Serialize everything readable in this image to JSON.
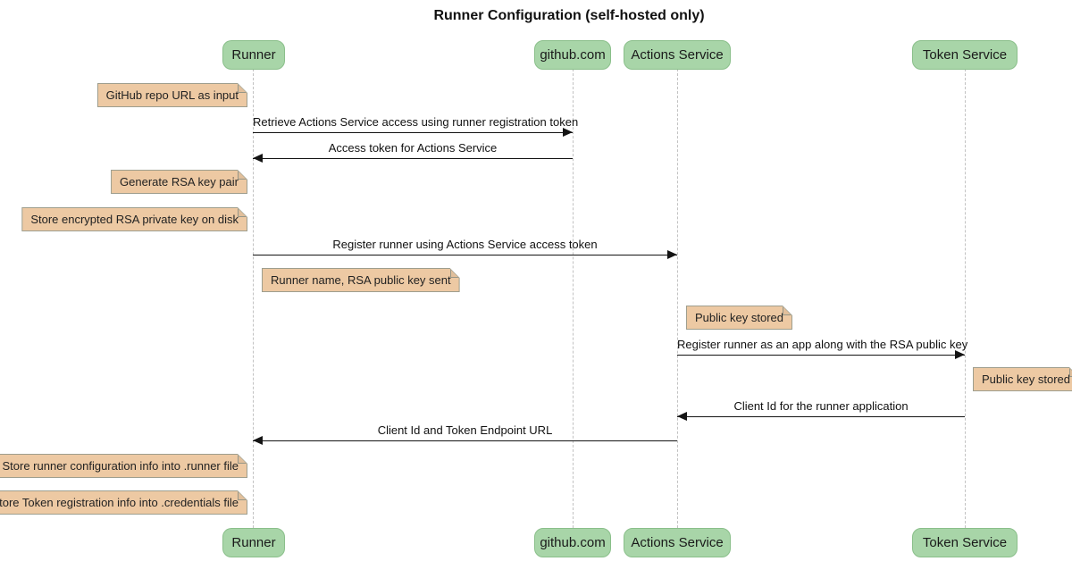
{
  "title": "Runner Configuration (self-hosted only)",
  "participants": [
    {
      "label": "Runner"
    },
    {
      "label": "github.com"
    },
    {
      "label": "Actions Service"
    },
    {
      "label": "Token Service"
    }
  ],
  "messages": [
    {
      "text": "Retrieve Actions Service access using runner registration token",
      "from": "Runner",
      "to": "github.com",
      "direction": "right"
    },
    {
      "text": "Access token for Actions Service",
      "from": "github.com",
      "to": "Runner",
      "direction": "left"
    },
    {
      "text": "Register runner using Actions Service access token",
      "from": "Runner",
      "to": "Actions Service",
      "direction": "right"
    },
    {
      "text": "Register runner as an app along with the RSA public key",
      "from": "Actions Service",
      "to": "Token Service",
      "direction": "right"
    },
    {
      "text": "Client Id for the runner application",
      "from": "Token Service",
      "to": "Actions Service",
      "direction": "left"
    },
    {
      "text": "Client Id and Token Endpoint URL",
      "from": "Actions Service",
      "to": "Runner",
      "direction": "left"
    }
  ],
  "notes": [
    {
      "text": "GitHub repo URL as input",
      "position": "left of Runner"
    },
    {
      "text": "Generate RSA key pair",
      "position": "left of Runner"
    },
    {
      "text": "Store encrypted RSA private key on disk",
      "position": "left of Runner"
    },
    {
      "text": "Runner name, RSA public key sent",
      "position": "right of Runner"
    },
    {
      "text": "Public key stored",
      "position": "right of Actions Service"
    },
    {
      "text": "Public key stored",
      "position": "right of Token Service"
    },
    {
      "text": "Store runner configuration info into .runner file",
      "position": "left of Runner"
    },
    {
      "text": "Store Token registration info into .credentials file",
      "position": "left of Runner"
    }
  ],
  "colors": {
    "participant_fill": "#a8d5a8",
    "participant_border": "#8abf8a",
    "note_fill": "#edc9a3",
    "note_border": "#9e9e8e",
    "lifeline": "#c2c2c2",
    "arrow": "#141414"
  }
}
